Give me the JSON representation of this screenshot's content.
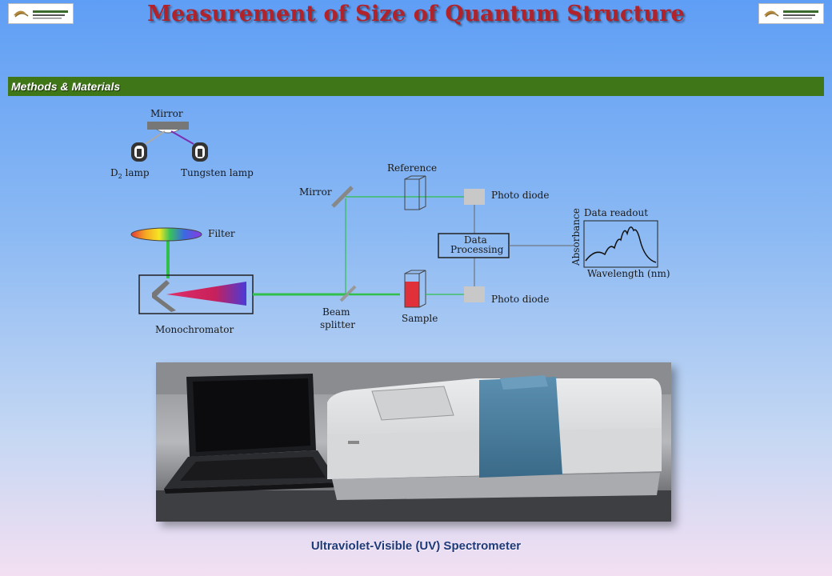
{
  "header": {
    "title": "Measurement of Size of Quantum Structure",
    "logo_left": "university-logo",
    "logo_right": "university-logo"
  },
  "section": {
    "label": "Methods & Materials"
  },
  "diagram": {
    "labels": {
      "mirror_top": "Mirror",
      "d2_lamp": "D",
      "d2_sub": "2",
      "d2_lamp_rest": " lamp",
      "tungsten_lamp": "Tungsten lamp",
      "filter": "Filter",
      "monochromator": "Monochromator",
      "beam": "Beam",
      "splitter": "splitter",
      "mirror_mid": "Mirror",
      "reference": "Reference",
      "sample": "Sample",
      "photo_diode_top": "Photo diode",
      "photo_diode_bottom": "Photo diode",
      "data": "Data",
      "processing": "Processing",
      "data_readout": "Data readout",
      "absorbance": "Absorbance",
      "wavelength": "Wavelength (nm)"
    },
    "colors": {
      "green_beam": "#2fbf4a",
      "red_beam": "#c81e3c",
      "purple_beam": "#7a2fb0"
    }
  },
  "photo": {
    "description_icon": "spectrometer-photo"
  },
  "caption": "Ultraviolet-Visible (UV) Spectrometer"
}
